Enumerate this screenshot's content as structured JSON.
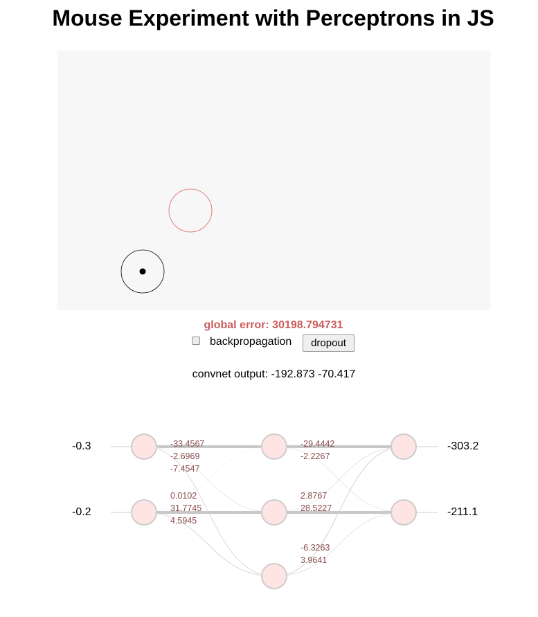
{
  "page": {
    "title": "Mouse Experiment with Perceptrons in JS"
  },
  "canvas": {
    "background": "#f7f7f7",
    "target_circle_color": "#e06060",
    "mouse_circle_color": "#000000"
  },
  "status": {
    "global_error_label": "global error:",
    "global_error_value": "30198.794731",
    "error_color": "#cd5c5c"
  },
  "controls": {
    "backprop_label": "backpropagation",
    "backprop_checked": false,
    "dropout_label": "dropout"
  },
  "output": {
    "label": "convnet output:",
    "values": "-192.873 -70.417"
  },
  "network": {
    "inputs": [
      "-0.3",
      "-0.2"
    ],
    "outputs": [
      "-303.2",
      "-211.1"
    ],
    "hidden_count": 3,
    "node_fill": "#ffe4e4",
    "node_stroke": "#cccccc",
    "weight_color": "#8b4b4b",
    "weights_input_1": [
      "-33.4567",
      "-2.6969",
      "-7.4547"
    ],
    "weights_input_2": [
      "0.0102",
      "31.7745",
      "4.5945"
    ],
    "weights_hidden_1": [
      "-29.4442",
      "-2.2267"
    ],
    "weights_hidden_2": [
      "2.8767",
      "28.5227"
    ],
    "weights_hidden_3": [
      "-6.3263",
      "3.9641"
    ]
  }
}
